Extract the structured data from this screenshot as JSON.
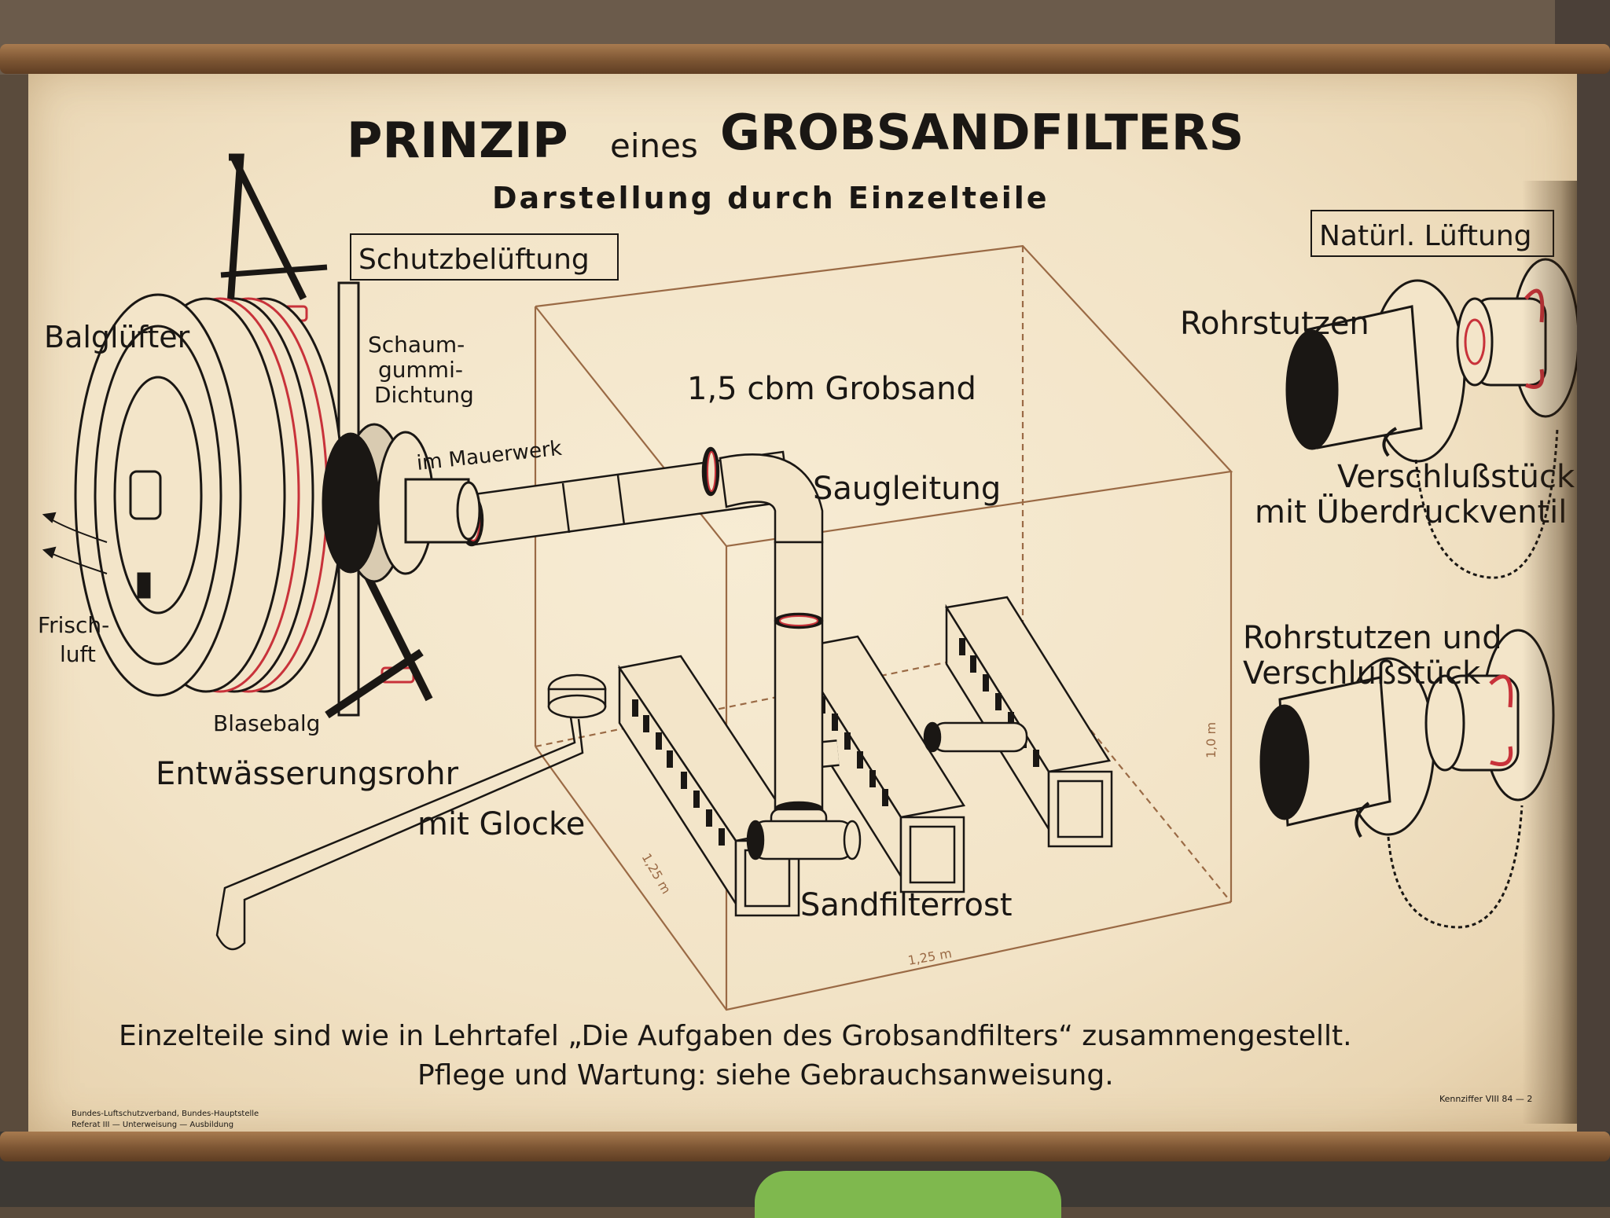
{
  "title": {
    "part1": "PRINZIP",
    "part2": "eines",
    "part3": "GROBSANDFILTERS",
    "subtitle": "Darstellung durch Einzelteile"
  },
  "sections": {
    "schutzbelueftung": "Schutzbelüftung",
    "natuerl_lueftung": "Natürl. Lüftung"
  },
  "labels": {
    "balgluefter": "Balglüfter",
    "schaum1": "Schaum-",
    "schaum2": "gummi-",
    "schaum3": "Dichtung",
    "im_mauerwerk": "im Mauerwerk",
    "grobsand": "1,5 cbm Grobsand",
    "saugleitung": "Saugleitung",
    "frisch1": "Frisch-",
    "frisch2": "luft",
    "blasebalg": "Blasebalg",
    "entwaesserung": "Entwässerungsrohr",
    "mit_glocke": "mit Glocke",
    "sandfilterrost": "Sandfilterrost",
    "rohrstutzen": "Rohrstutzen",
    "verschluss1": "Verschlußstück",
    "verschluss2": "mit Überdruckventil",
    "rohrstutzen_und": "Rohrstutzen und",
    "verschluss_only": "Verschlußstück",
    "dim_depth": "1,25 m",
    "dim_width": "1,25 m",
    "dim_height": "1,0 m"
  },
  "footer": {
    "line1": "Einzelteile sind wie in Lehrtafel „Die Aufgaben des Grobsandfilters“ zusammengestellt.",
    "line2": "Pflege und Wartung: siehe Gebrauchsanweisung.",
    "publisher1": "Bundes-Luftschutzverband, Bundes-Hauptstelle",
    "publisher2": "Referat III — Unterweisung — Ausbildung",
    "code": "Kennziffer VIII 84 — 2"
  },
  "colors": {
    "paper": "#f3e5c9",
    "ink": "#1a1714",
    "box_line": "#9a6a45",
    "red_accent": "#c8323a",
    "wood": "#7c5533"
  }
}
